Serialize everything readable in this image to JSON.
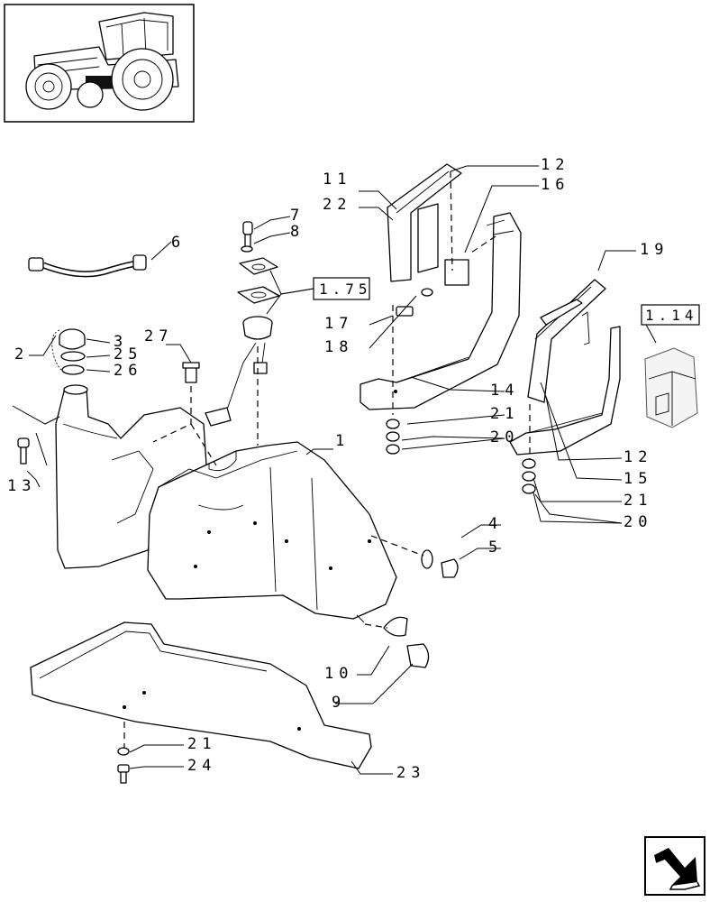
{
  "callouts": [
    {
      "id": "c1",
      "text": "1"
    },
    {
      "id": "c2",
      "text": "2"
    },
    {
      "id": "c3",
      "text": "3"
    },
    {
      "id": "c4",
      "text": "4"
    },
    {
      "id": "c5",
      "text": "5"
    },
    {
      "id": "c6",
      "text": "6"
    },
    {
      "id": "c7",
      "text": "7"
    },
    {
      "id": "c8",
      "text": "8"
    },
    {
      "id": "c9",
      "text": "9"
    },
    {
      "id": "c10",
      "text": "10"
    },
    {
      "id": "c11",
      "text": "11"
    },
    {
      "id": "c12a",
      "text": "12"
    },
    {
      "id": "c12b",
      "text": "12"
    },
    {
      "id": "c13",
      "text": "13"
    },
    {
      "id": "c14",
      "text": "14"
    },
    {
      "id": "c15",
      "text": "15"
    },
    {
      "id": "c16",
      "text": "16"
    },
    {
      "id": "c17",
      "text": "17"
    },
    {
      "id": "c18",
      "text": "18"
    },
    {
      "id": "c19",
      "text": "19"
    },
    {
      "id": "c20a",
      "text": "20"
    },
    {
      "id": "c20b",
      "text": "20"
    },
    {
      "id": "c21a",
      "text": "21"
    },
    {
      "id": "c21b",
      "text": "21"
    },
    {
      "id": "c21c",
      "text": "21"
    },
    {
      "id": "c22",
      "text": "22"
    },
    {
      "id": "c23",
      "text": "23"
    },
    {
      "id": "c24",
      "text": "24"
    },
    {
      "id": "c25",
      "text": "25"
    },
    {
      "id": "c26",
      "text": "26"
    },
    {
      "id": "c27",
      "text": "27"
    }
  ],
  "references": [
    {
      "id": "r175",
      "text": "1.75"
    },
    {
      "id": "r114",
      "text": "1.14"
    }
  ],
  "icons": {
    "thumbnail": "tractor-icon",
    "nav": "next-page-arrow-icon"
  }
}
